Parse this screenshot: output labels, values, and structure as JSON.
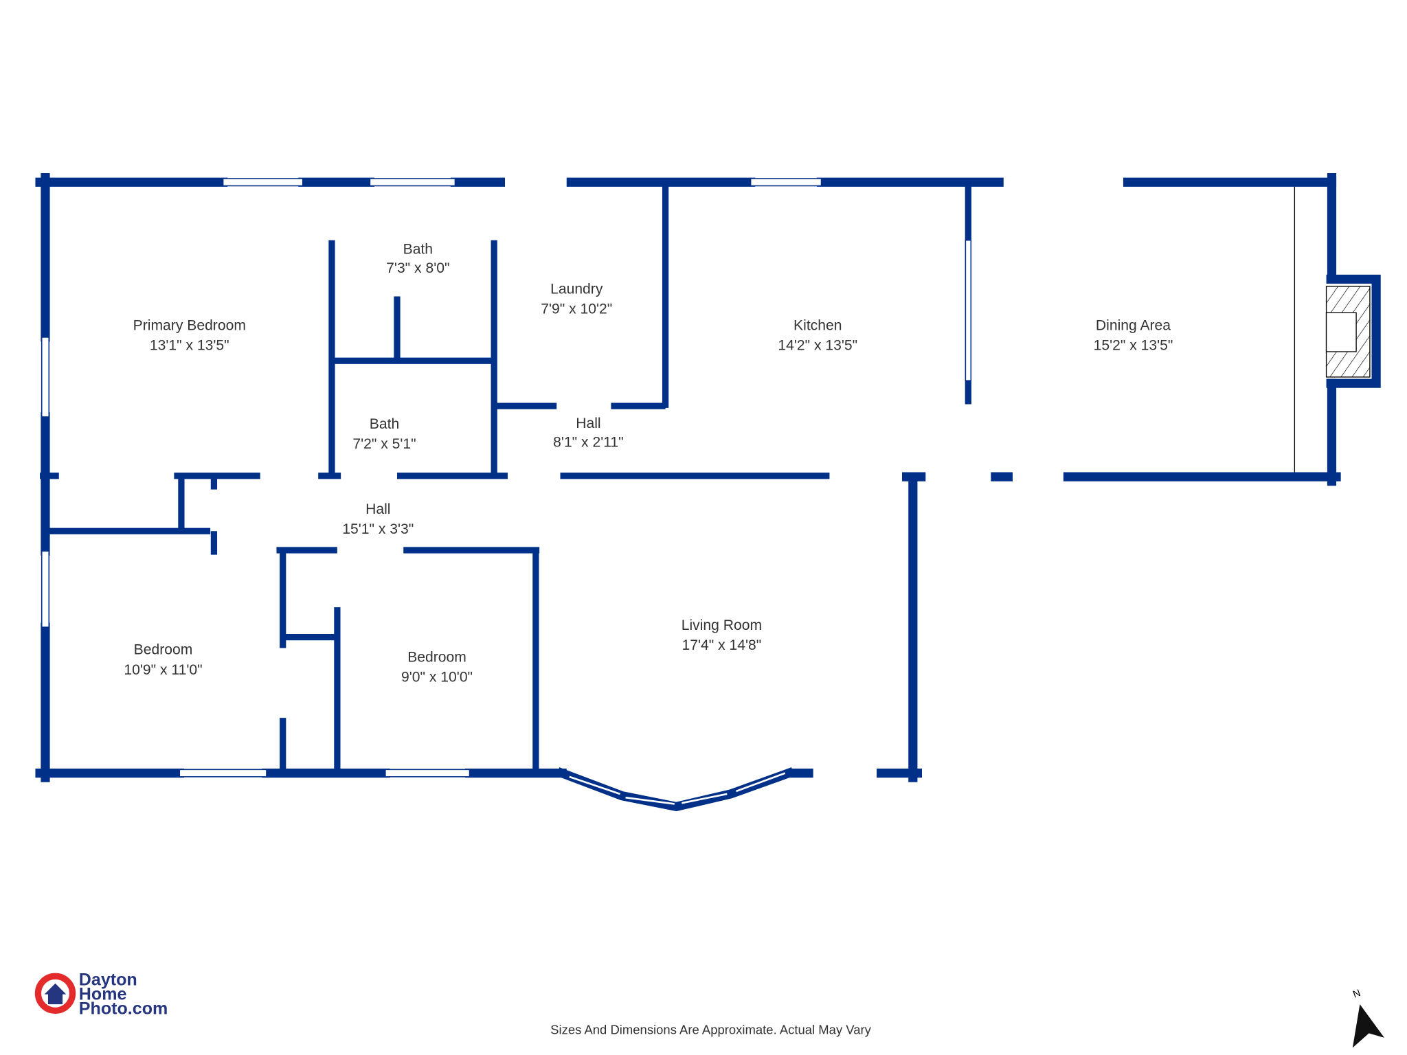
{
  "rooms": [
    {
      "name": "Primary Bedroom",
      "size": "13'1\" x 13'5\""
    },
    {
      "name": "Bath",
      "size": "7'3\" x 8'0\""
    },
    {
      "name": "Laundry",
      "size": "7'9\" x 10'2\""
    },
    {
      "name": "Kitchen",
      "size": "14'2\" x 13'5\""
    },
    {
      "name": "Dining Area",
      "size": "15'2\" x 13'5\""
    },
    {
      "name": "Bath",
      "size": "7'2\" x 5'1\""
    },
    {
      "name": "Hall",
      "size": "8'1\" x 2'11\""
    },
    {
      "name": "Hall",
      "size": "15'1\" x 3'3\""
    },
    {
      "name": "Bedroom",
      "size": "10'9\" x 11'0\""
    },
    {
      "name": "Bedroom",
      "size": "9'0\" x 10'0\""
    },
    {
      "name": "Living Room",
      "size": "17'4\" x 14'8\""
    }
  ],
  "logo": {
    "line1": "Dayton",
    "line2": "Home",
    "line3": "Photo.com"
  },
  "disclaimer": "Sizes And Dimensions Are Approximate. Actual May Vary",
  "compass": "N",
  "colors": {
    "wall": "#003087",
    "logo_red": "#e32b2b",
    "logo_blue": "#26357f"
  }
}
